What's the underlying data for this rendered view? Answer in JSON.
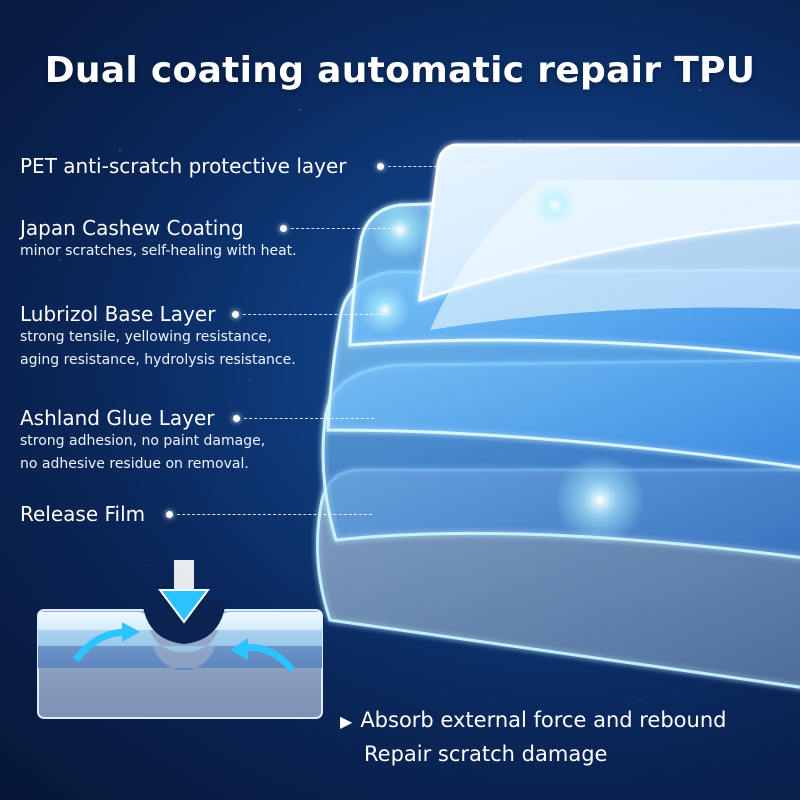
{
  "title": "Dual coating automatic repair TPU",
  "layers": [
    {
      "name": "PET anti-scratch protective layer",
      "lines": []
    },
    {
      "name": "Japan Cashew Coating",
      "lines": [
        "minor scratches, self-healing with heat."
      ]
    },
    {
      "name": "Lubrizol Base Layer",
      "lines": [
        "strong tensile, yellowing resistance,",
        "aging resistance, hydrolysis resistance."
      ]
    },
    {
      "name": "Ashland Glue Layer",
      "lines": [
        "strong adhesion, no paint damage,",
        "no adhesive residue on removal."
      ]
    },
    {
      "name": "Release Film",
      "lines": []
    }
  ],
  "bottom_text": {
    "line1": "Absorb external force and rebound",
    "line2": "Repair scratch damage"
  },
  "colors": {
    "background_dark": "#061636",
    "background_mid": "#0f3d80",
    "glow": "#7fe6ff",
    "accent_arrow": "#2bc4ff"
  },
  "icons": {
    "pointer": "triangle-right-icon",
    "down_arrow": "down-arrow-icon",
    "curved_arrow": "curved-arrow-icon"
  }
}
